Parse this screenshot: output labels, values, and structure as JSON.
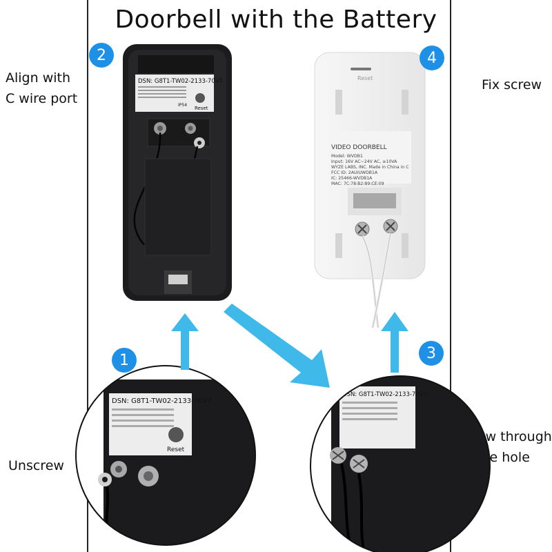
{
  "title": "Doorbell with the Battery",
  "steps": [
    {
      "number": "1",
      "label_lines": [
        "Unscrew"
      ]
    },
    {
      "number": "2",
      "label_lines": [
        "Align with",
        "C wire port"
      ]
    },
    {
      "number": "3",
      "label_lines": [
        "Screw through",
        "C wire hole"
      ]
    },
    {
      "number": "4",
      "label_lines": [
        "Fix screw"
      ]
    }
  ],
  "doorbell_back": {
    "dsn": "DSN: G8T1-TW02-2133-70V7",
    "reset_label": "Reset",
    "ip_rating": "IP54"
  },
  "mount_plate": {
    "reset_label": "Reset",
    "heading": "VIDEO DOORBELL",
    "lines": [
      "Model: WVDB1",
      "Input: 16V AC~24V AC, ≥10VA",
      "WYZE LABS, INC. Made in China in C",
      "FCC ID: 2AUIUWDB1A",
      "IC: 25466-WVDB1A",
      "MAC: 7C:78:B2:89:CE:09"
    ]
  },
  "colors": {
    "arrow": "#3fb8ea",
    "badge": "#1e90e6",
    "divider": "#222222"
  }
}
